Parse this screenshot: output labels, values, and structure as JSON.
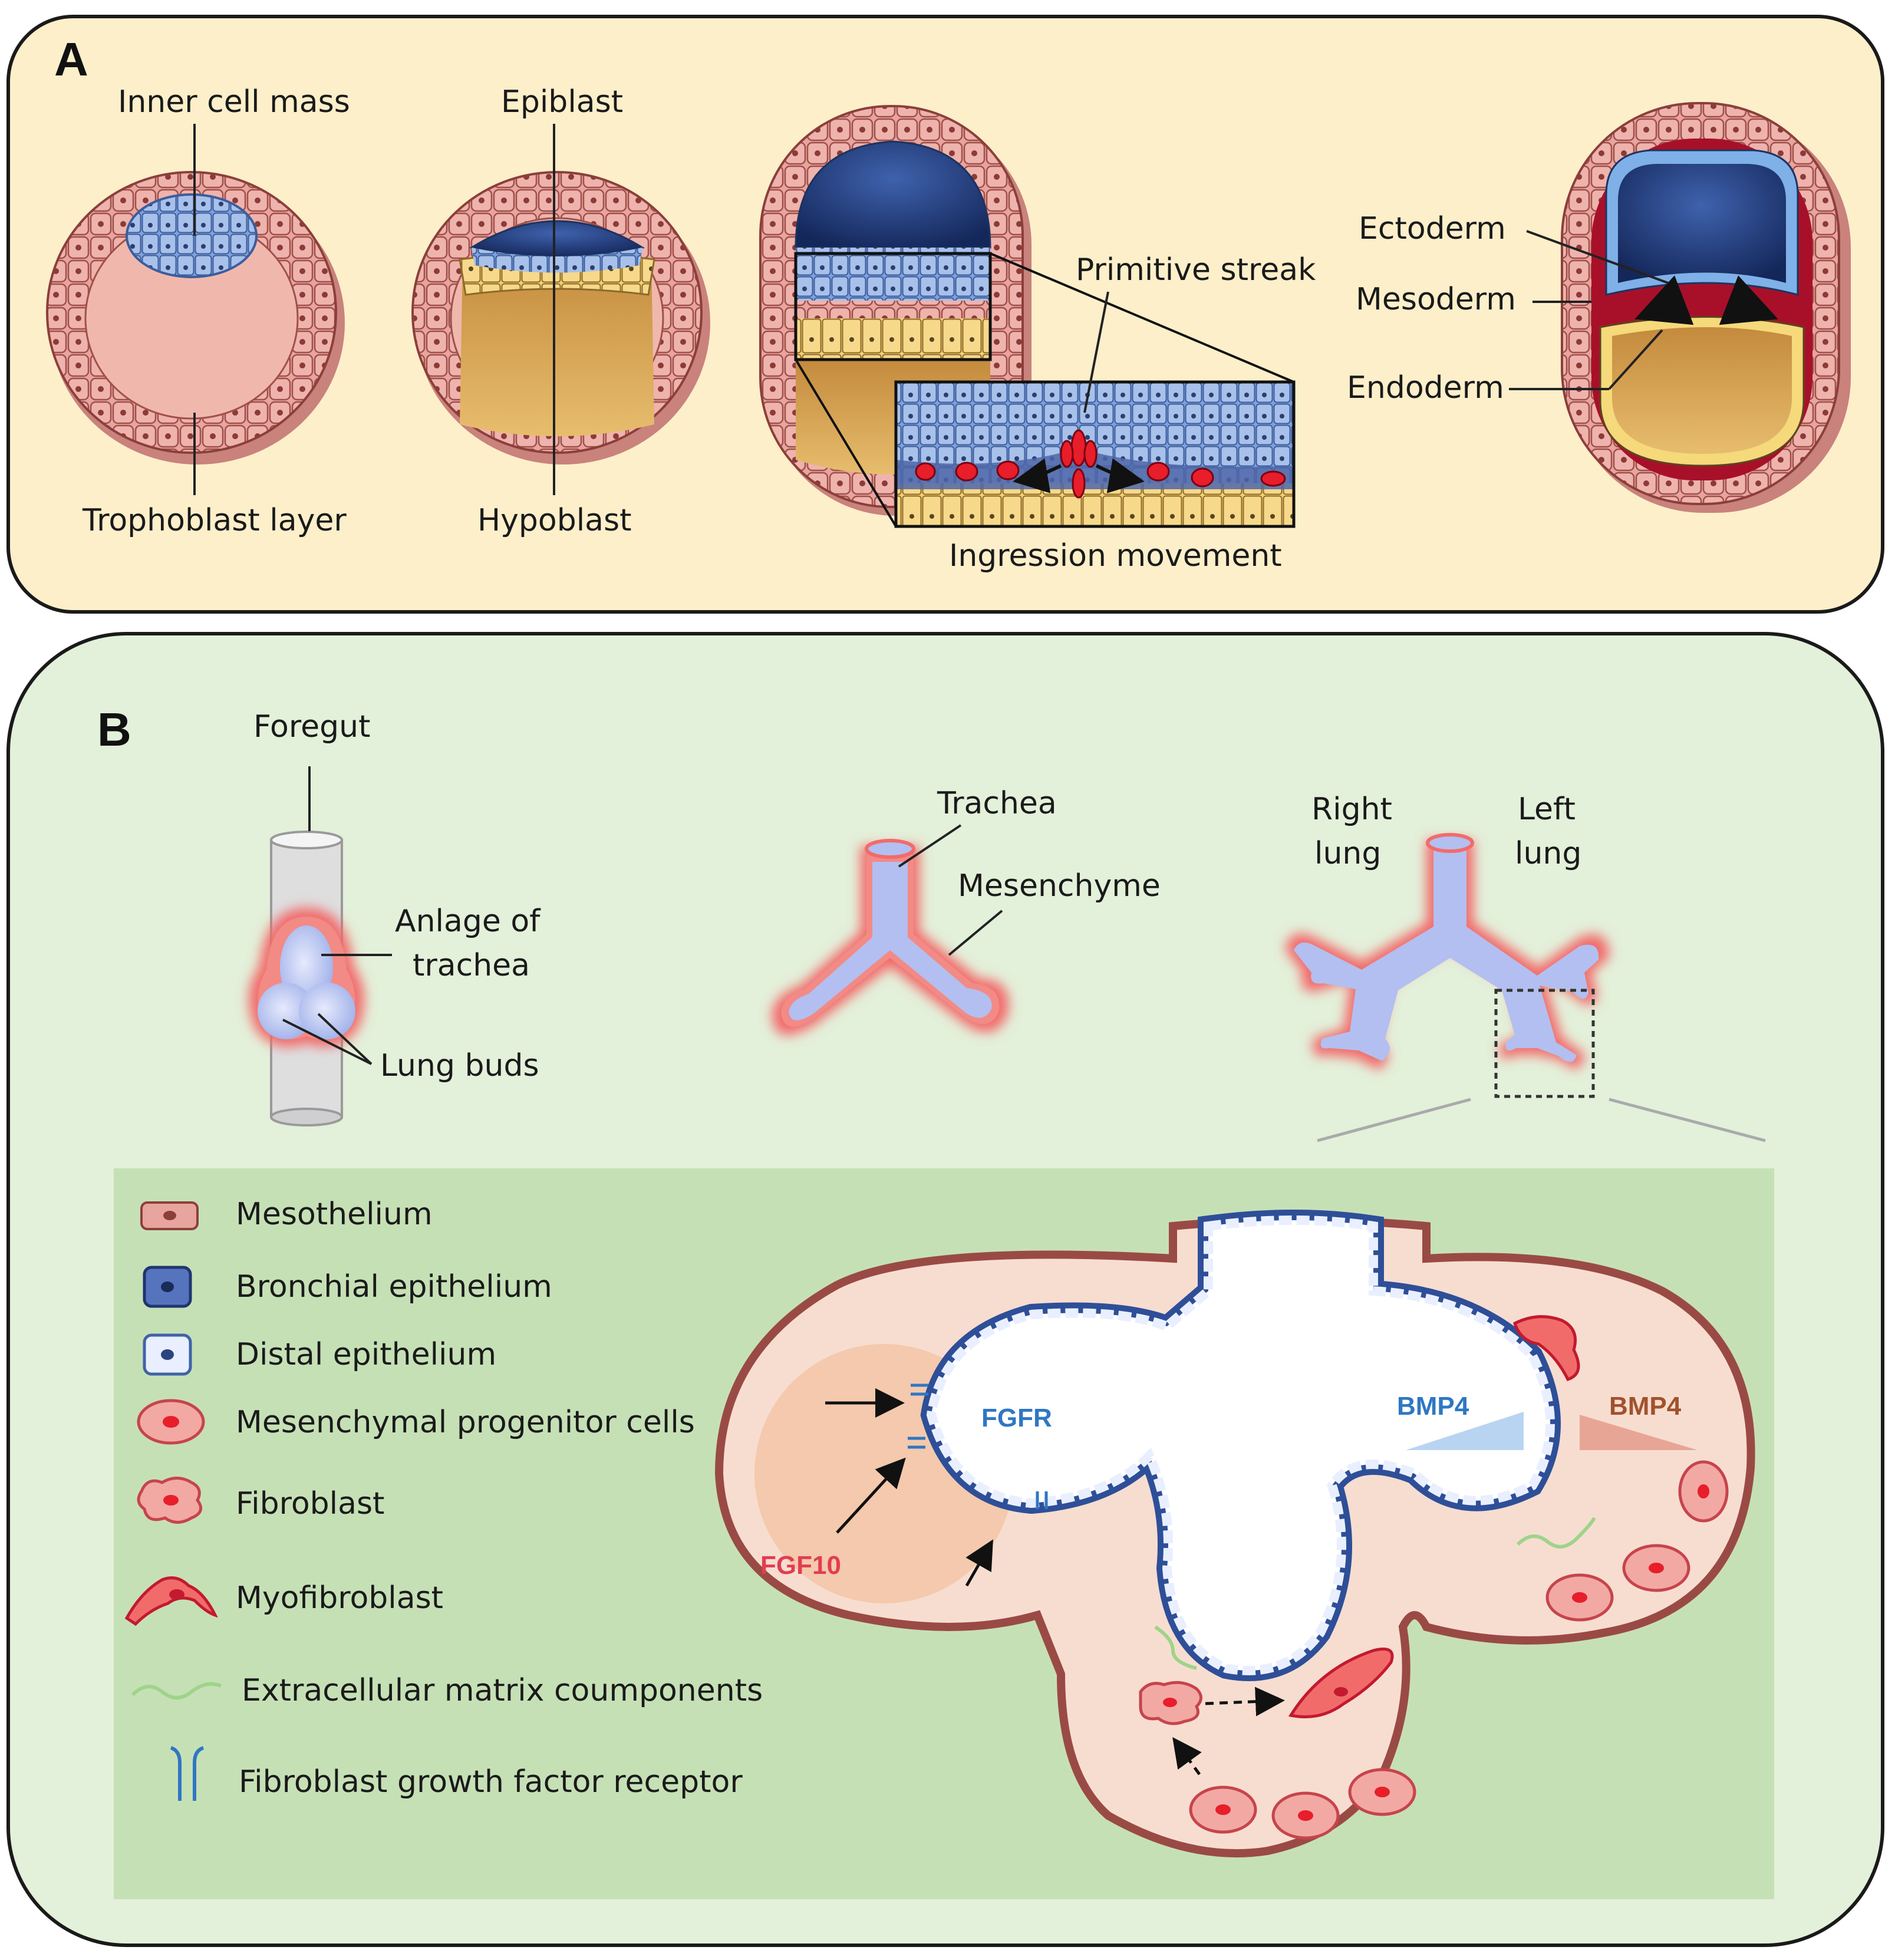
{
  "panel_a": {
    "letter": "A",
    "labels": {
      "inner_cell_mass": "Inner cell mass",
      "trophoblast_layer": "Trophoblast layer",
      "epiblast": "Epiblast",
      "hypoblast": "Hypoblast",
      "primitive_streak": "Primitive streak",
      "ingression_movement": "Ingression movement",
      "ectoderm": "Ectoderm",
      "mesoderm": "Mesoderm",
      "endoderm": "Endoderm"
    }
  },
  "panel_b": {
    "letter": "B",
    "labels": {
      "foregut": "Foregut",
      "anlage_line1": "Anlage of",
      "anlage_line2": "trachea",
      "lung_buds": "Lung buds",
      "trachea": "Trachea",
      "mesenchyme": "Mesenchyme",
      "right_lung_line1": "Right",
      "right_lung_line2": "lung",
      "left_lung_line1": "Left",
      "left_lung_line2": "lung"
    },
    "legend": [
      "Mesothelium",
      "Bronchial epithelium",
      "Distal epithelium",
      "Mesenchymal  progenitor cells",
      "Fibroblast",
      "Myofibroblast",
      "Extracellular matrix coumponents",
      "Fibroblast growth factor receptor"
    ],
    "signals": {
      "fgfr": "FGFR",
      "fgf10": "FGF10",
      "bmp4_epithelial": "BMP4",
      "bmp4_mesenchymal": "BMP4"
    }
  },
  "colors": {
    "panel_a_bg": "#fcefca",
    "panel_b_bg": "#e3f0da",
    "legend_bg": "#c6e0b6",
    "mesenchyme_pink": "#f7ddd0",
    "trophoblast": "#e9a9a3",
    "cell_outline": "#9a4a45",
    "epiblast_blue": "#213d78",
    "epithelium_blue": "#3f63a8",
    "yolk": "#d9a352",
    "red_mesoderm": "#c8102e",
    "airway_blue": "#b3bff0",
    "airway_glow": "#f26b6b"
  }
}
